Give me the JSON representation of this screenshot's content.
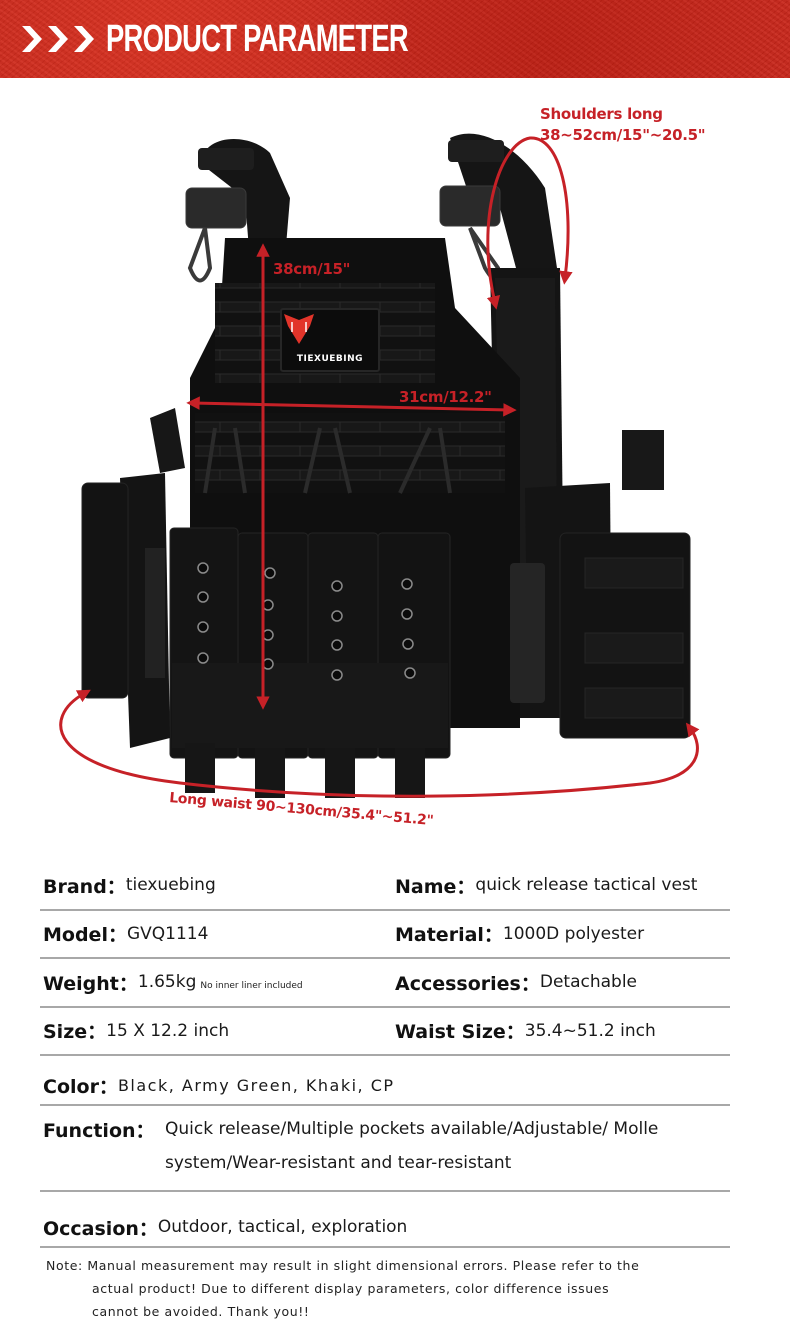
{
  "header": {
    "title": "PRODUCT PARAMETER",
    "accent_color": "#c9261a"
  },
  "product_image": {
    "brand_patch": "TIEXUEBING",
    "measurements": {
      "shoulder_label": "Shoulders long",
      "shoulder_value": "38~52cm/15\"~20.5\"",
      "height": "38cm/15\"",
      "width": "31cm/12.2\"",
      "waist": "Long waist  90~130cm/35.4\"~51.2\""
    },
    "annotation_color": "#c62127"
  },
  "specs": {
    "brand": {
      "label": "Brand：",
      "value": "tiexuebing"
    },
    "name": {
      "label": "Name：",
      "value": "quick release tactical vest"
    },
    "model": {
      "label": "Model：",
      "value": "GVQ1114"
    },
    "material": {
      "label": "Material：",
      "value": "1000D polyester"
    },
    "weight": {
      "label": "Weight：",
      "value": "1.65kg",
      "note": "No inner liner included"
    },
    "accessories": {
      "label": "Accessories：",
      "value": "Detachable"
    },
    "size": {
      "label": "Size：",
      "value": "15 X 12.2 inch"
    },
    "waist_size": {
      "label": "Waist Size：",
      "value": "35.4~51.2 inch"
    },
    "color": {
      "label": "Color：",
      "value": "Black, Army Green, Khaki, CP"
    },
    "function": {
      "label": "Function：",
      "value": "Quick release/Multiple pockets available/Adjustable/ Molle system/Wear-resistant and tear-resistant"
    },
    "occasion": {
      "label": "Occasion：",
      "value": "Outdoor, tactical, exploration"
    }
  },
  "note": {
    "line1": "Note: Manual measurement may result in slight dimensional errors. Please refer to the",
    "line2": "actual product! Due to different display parameters, color difference issues",
    "line3": "cannot be avoided. Thank you!!"
  }
}
